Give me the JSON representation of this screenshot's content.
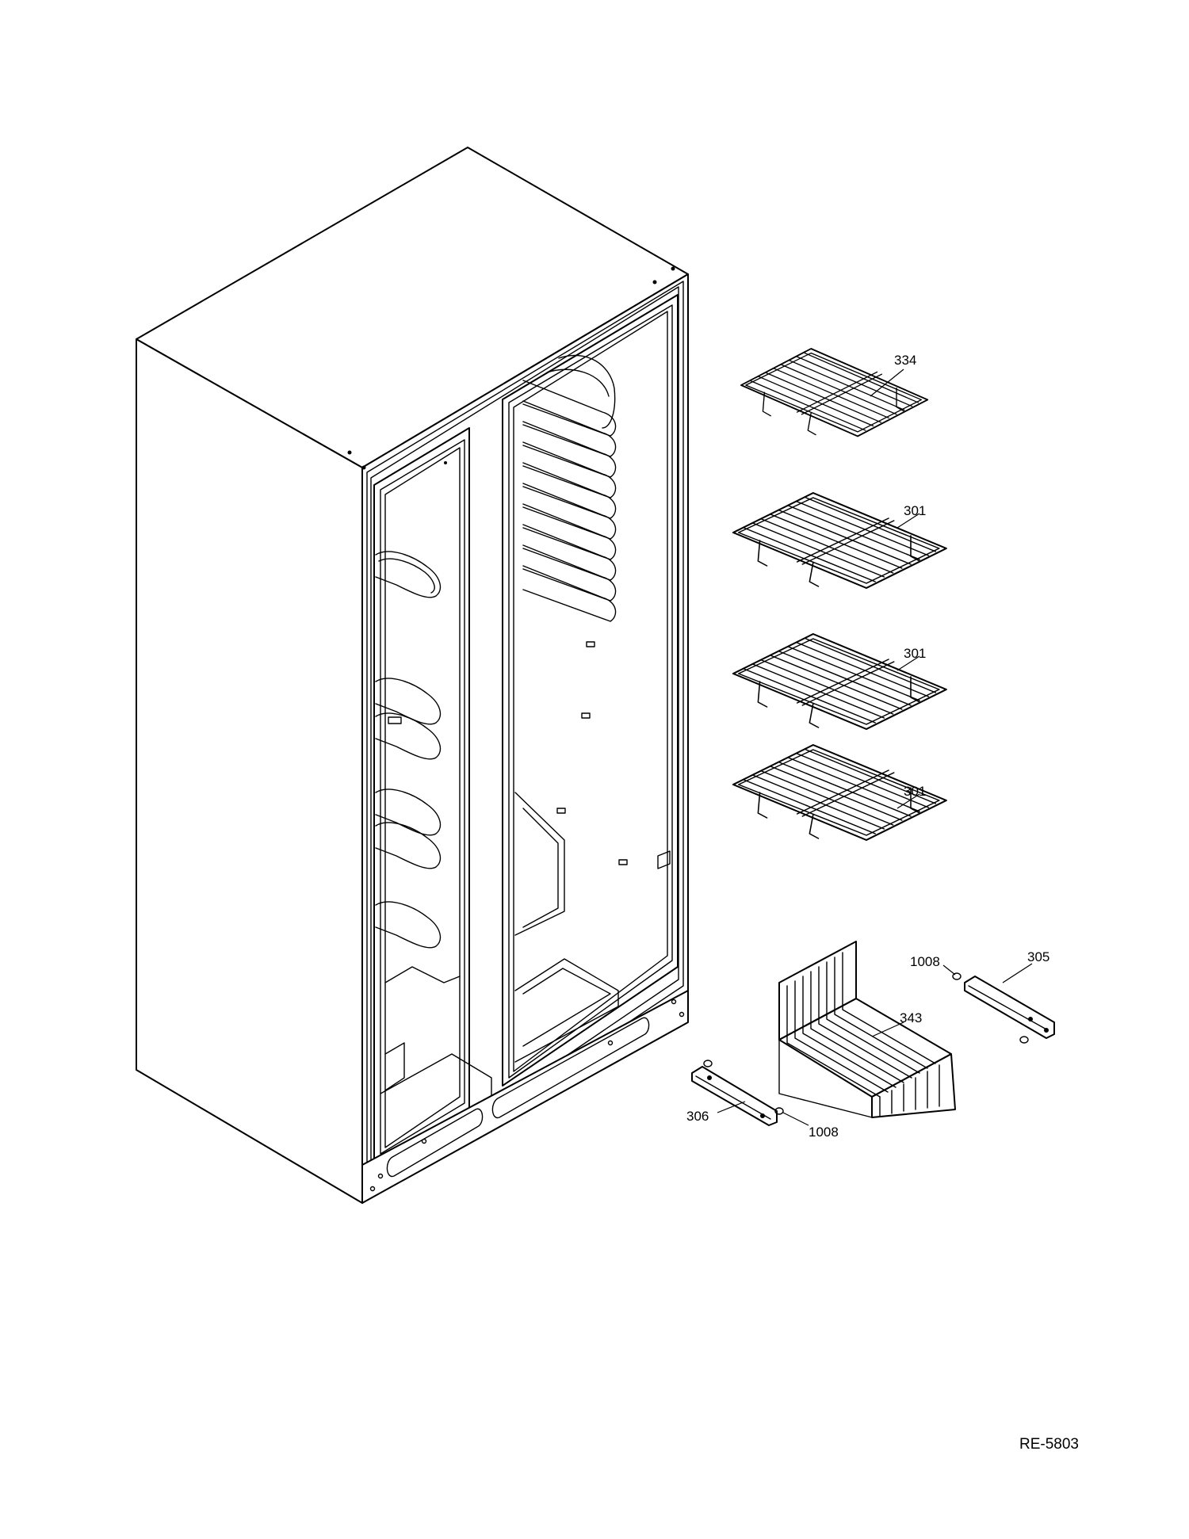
{
  "diagram": {
    "reference_code": "RE-5803",
    "callouts": [
      {
        "id": "c334",
        "label": "334"
      },
      {
        "id": "c301a",
        "label": "301"
      },
      {
        "id": "c301b",
        "label": "301"
      },
      {
        "id": "c301c",
        "label": "301"
      },
      {
        "id": "c1008a",
        "label": "1008"
      },
      {
        "id": "c305",
        "label": "305"
      },
      {
        "id": "c343",
        "label": "343"
      },
      {
        "id": "c306",
        "label": "306"
      },
      {
        "id": "c1008b",
        "label": "1008"
      }
    ]
  }
}
